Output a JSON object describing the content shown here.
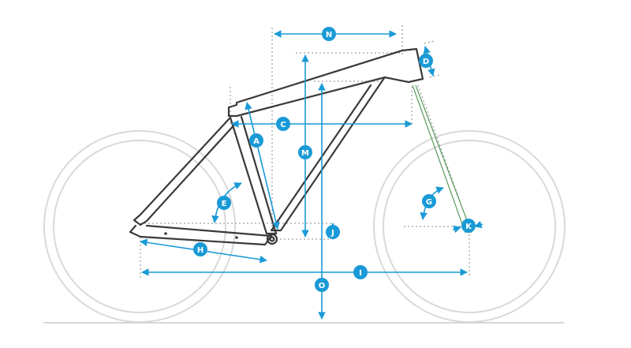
{
  "colors": {
    "accent": "#1a9ad6",
    "frame": "#3a3a3a",
    "wheel": "#d9d9d9",
    "guide": "#8a8a8a",
    "fork_axis": "#5a9a5a"
  },
  "labels": {
    "A": "A",
    "C": "C",
    "D": "D",
    "E": "E",
    "G": "G",
    "H": "H",
    "I": "I",
    "J": "J",
    "K": "K",
    "M": "M",
    "N": "N",
    "O": "O"
  }
}
